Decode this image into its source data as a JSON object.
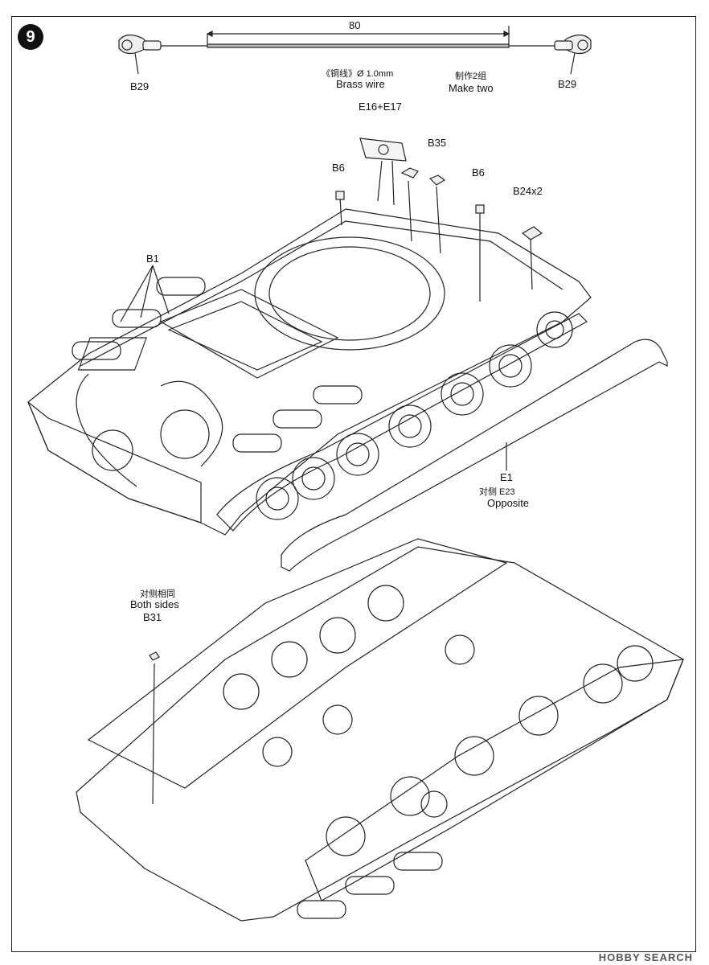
{
  "step_number": "9",
  "wire": {
    "dimension": "80",
    "spec_cn": "《铜线》Ø 1.0mm",
    "spec_en": "Brass wire",
    "qty_cn": "制作2组",
    "qty_en": "Make two",
    "end_left": "B29",
    "end_right": "B29"
  },
  "parts": {
    "e16_e17": "E16+E17",
    "b35": "B35",
    "b6_left": "B6",
    "b6_right": "B6",
    "b24": "B24x2",
    "b1": "B1",
    "e1": "E1",
    "e23_cn": "对侧 E23",
    "e23_en": "Opposite",
    "both_cn": "对侧相同",
    "both_en": "Both sides",
    "b31": "B31"
  },
  "watermark": "HOBBY SEARCH"
}
